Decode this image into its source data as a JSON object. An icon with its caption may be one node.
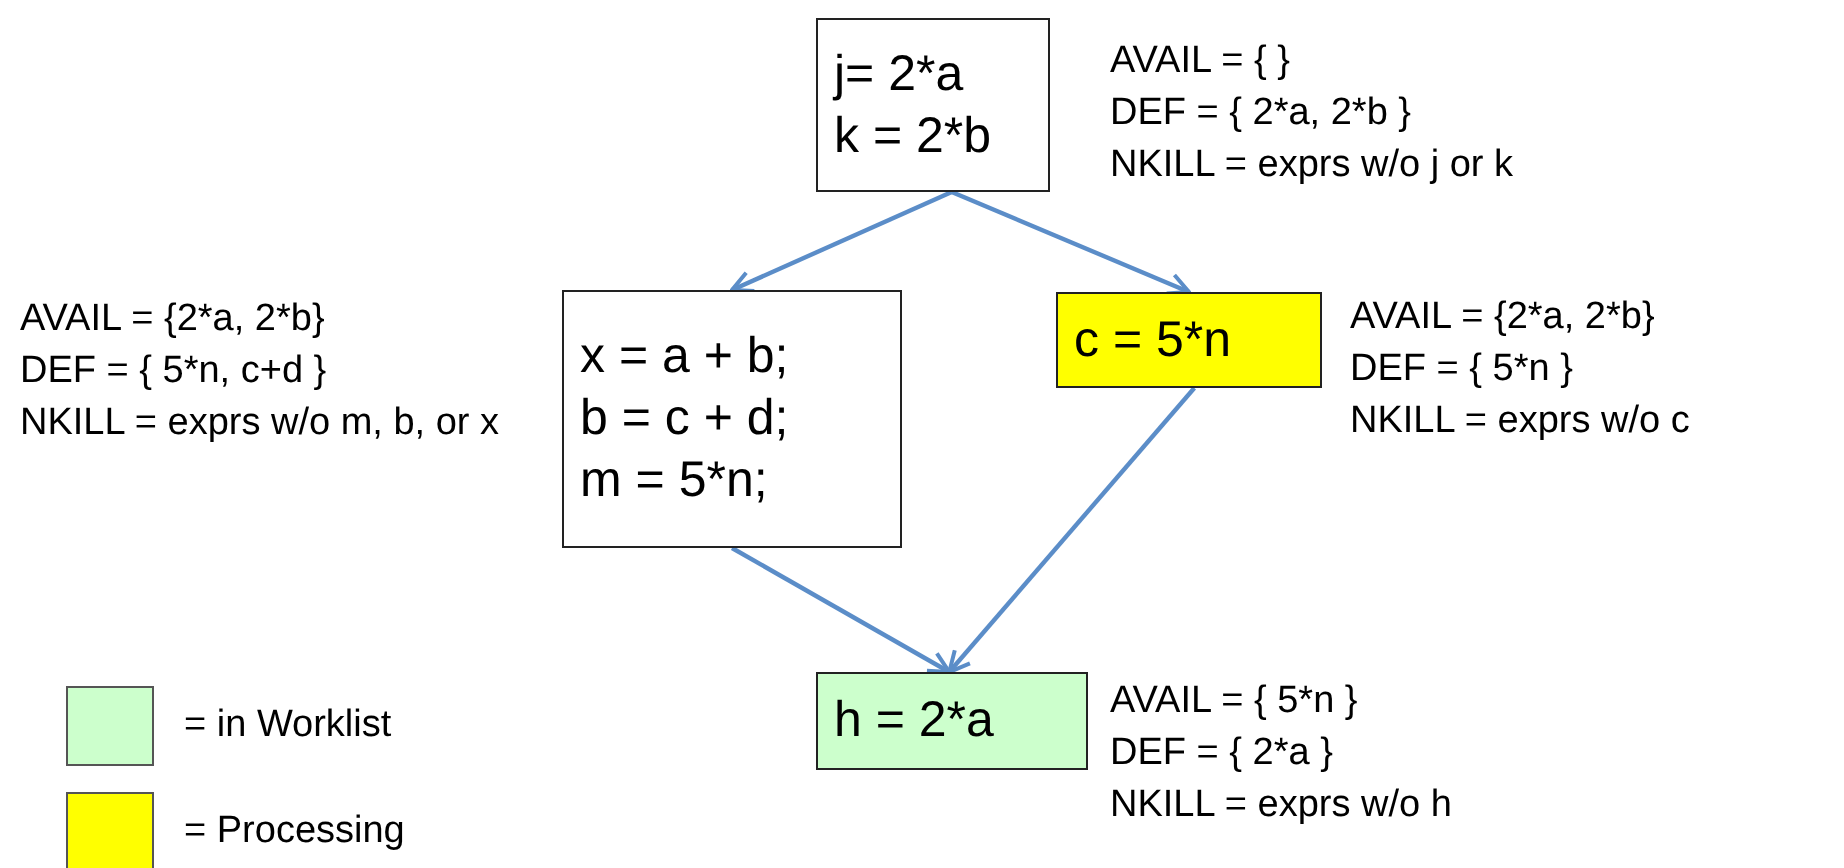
{
  "diagram": {
    "nodes": [
      {
        "text": [
          "j= 2*a",
          "k = 2*b"
        ],
        "beside": [
          "AVAIL = { }",
          "DEF = { 2*a, 2*b }",
          "NKILL = exprs w/o  j or k"
        ]
      },
      {
        "text": [
          "x = a + b;",
          "b = c + d;",
          "m = 5*n;"
        ],
        "beside": [
          "AVAIL = {2*a, 2*b}",
          "DEF = { 5*n, c+d }",
          "NKILL = exprs w/o m, b, or x"
        ]
      },
      {
        "text": [
          "c = 5*n"
        ],
        "beside": [
          "AVAIL = {2*a, 2*b}",
          "DEF = { 5*n }",
          "NKILL = exprs w/o c"
        ]
      },
      {
        "text": [
          "h = 2*a"
        ],
        "beside": [
          "AVAIL = { 5*n }",
          "DEF = { 2*a }",
          "NKILL = exprs w/o h"
        ]
      }
    ],
    "edges": [
      {
        "from": 0,
        "to": 1,
        "arrow": "to"
      },
      {
        "from": 0,
        "to": 2,
        "arrow": "to"
      },
      {
        "from": 1,
        "to": 3,
        "arrow": "to"
      },
      {
        "from": 2,
        "to": 3,
        "arrow": "to"
      }
    ],
    "legend": [
      {
        "text": "= in Worklist",
        "color": "#ccffcc"
      },
      {
        "text": "= Processing",
        "color": "#ffff00"
      }
    ]
  }
}
